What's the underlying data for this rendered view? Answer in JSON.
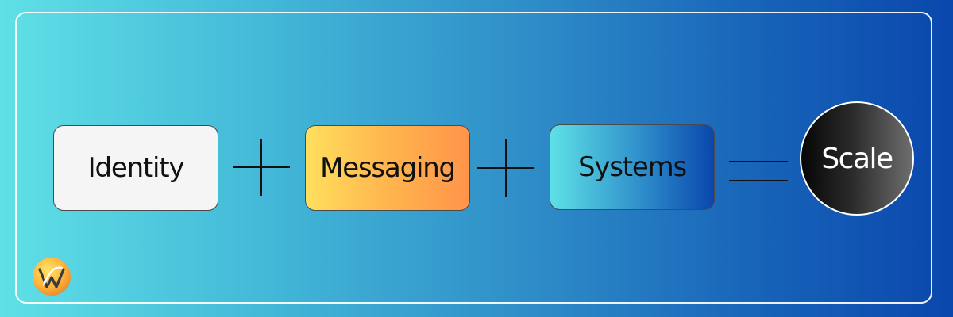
{
  "equation": {
    "terms": [
      "Identity",
      "Messaging",
      "Systems"
    ],
    "result": "Scale",
    "operators": [
      "plus-icon",
      "plus-icon",
      "equals-icon"
    ]
  },
  "colors": {
    "background_start": "#5fe0e6",
    "background_end": "#0a47ad",
    "identity_fill": "#f5f5f5",
    "messaging_fill_start": "#ffdf5e",
    "messaging_fill_end": "#ff944a",
    "systems_fill_start": "#5ee0e6",
    "systems_fill_end": "#0a47ad",
    "scale_fill_start": "#060606",
    "scale_fill_end": "#6e6e6e"
  },
  "logo": {
    "icon": "brand-logo-icon"
  }
}
